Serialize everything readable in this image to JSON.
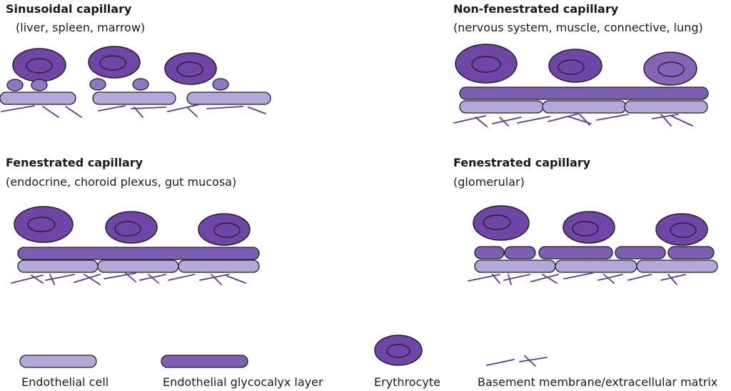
{
  "panels": [
    {
      "title": "Sinusoidal capillary",
      "subtitle": "(liver, spleen, marrow)"
    },
    {
      "title": "Non-fenestrated capillary",
      "subtitle": "(nervous system, muscle, connective, lung)"
    },
    {
      "title": "Fenestrated capillary",
      "subtitle": "(endocrine, choroid plexus, gut mucosa)"
    },
    {
      "title": "Fenestrated capillary",
      "subtitle": "(glomerular)"
    }
  ],
  "legend": {
    "endothelial_cell": "Endothelial cell",
    "glycocalyx": "Endothelial glycocalyx layer",
    "erythrocyte": "Erythrocyte",
    "basement_membrane": "Basement membrane/extracellular matrix"
  },
  "colors": {
    "endothelial_cell": "#b3a8d8",
    "glycocalyx": "#7d5eb2",
    "erythrocyte": "#6f45a8",
    "erythrocyte_light": "#8563b7",
    "basement_membrane": "#5a3c9c",
    "outline": "#222222"
  }
}
